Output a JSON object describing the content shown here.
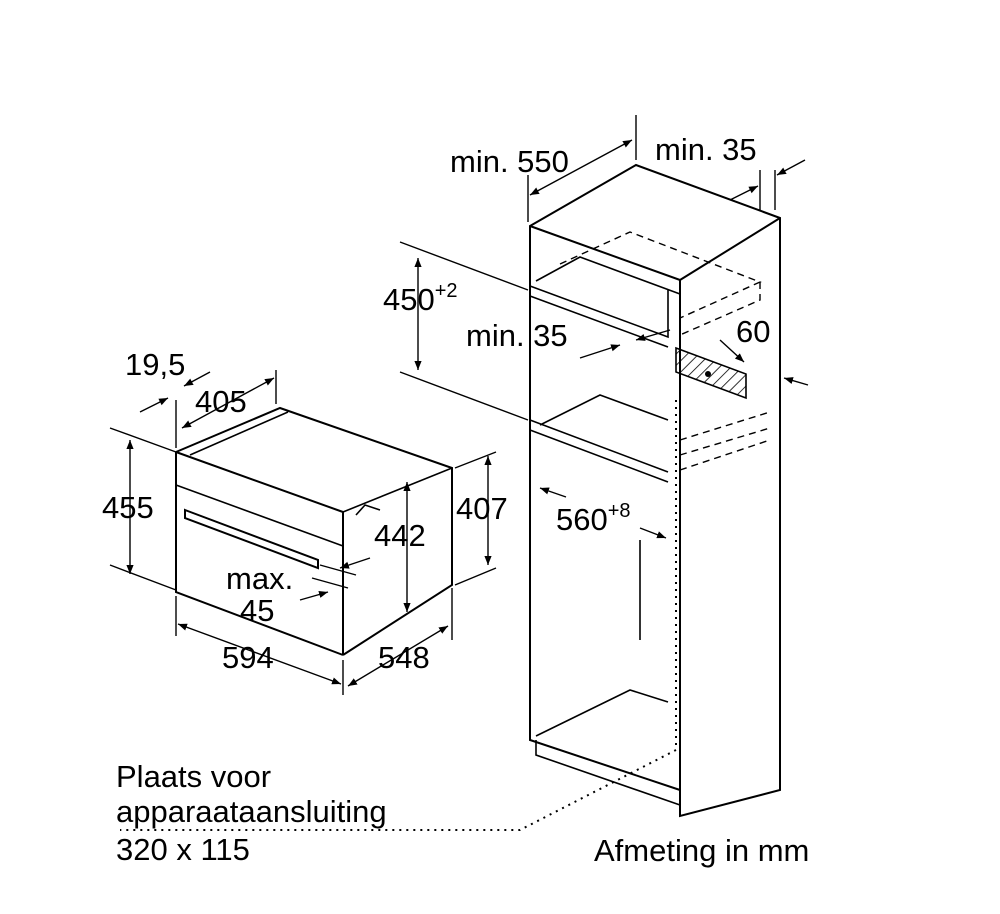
{
  "dimensions": {
    "cabinet_depth": "min. 550",
    "cabinet_rear_gap": "min. 35",
    "niche_height": "450",
    "niche_height_tol": "+2",
    "vent_gap": "min. 35",
    "vent_opening": "60",
    "niche_width": "560",
    "niche_width_tol": "+8",
    "front_offset": "19,5",
    "top_depth": "405",
    "front_height": "455",
    "body_height": "442",
    "side_height": "407",
    "handle_label_line1": "max.",
    "handle_label_line2": "45",
    "front_width": "594",
    "body_depth": "548"
  },
  "notes": {
    "connection_line1": "Plaats voor",
    "connection_line2": "apparaataansluiting",
    "connection_line3": "320 x 115",
    "units": "Afmeting in mm"
  },
  "colors": {
    "line": "#000000",
    "background": "#ffffff"
  }
}
